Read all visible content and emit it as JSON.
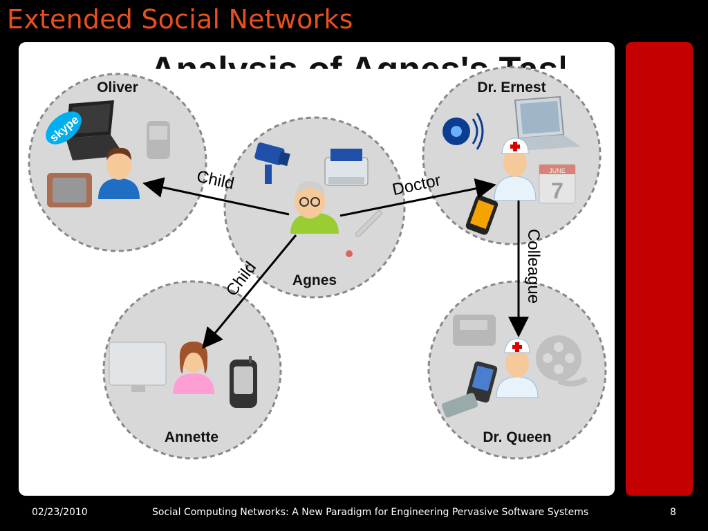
{
  "slide": {
    "title": "Extended Social Networks",
    "panel_heading": "Analysis of Agnes's Tasks"
  },
  "people": {
    "oliver": "Oliver",
    "ernest": "Dr. Ernest",
    "agnes": "Agnes",
    "annette": "Annette",
    "queen": "Dr. Queen"
  },
  "relations": {
    "agnes_oliver": "Child",
    "agnes_ernest": "Doctor",
    "agnes_annette": "Child",
    "ernest_queen": "Colleague"
  },
  "devices": {
    "skype_text": "skype",
    "calendar_month": "JUNE",
    "calendar_day": "7"
  },
  "footer": {
    "date": "02/23/2010",
    "center": "Social Computing Networks: A New Paradigm for Engineering Pervasive Software Systems",
    "page": "8"
  }
}
